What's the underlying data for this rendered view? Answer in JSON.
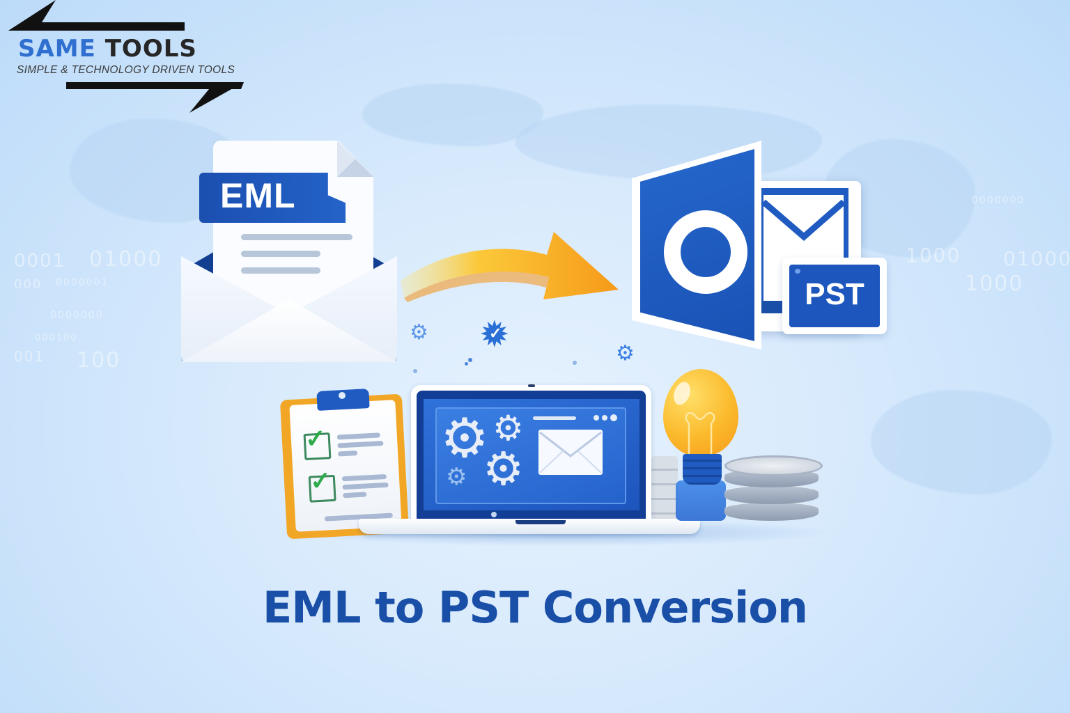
{
  "logo": {
    "brand_part1": "SAME",
    "brand_part2": "TOOLS",
    "tagline": "SIMPLE & TECHNOLOGY DRIVEN TOOLS"
  },
  "source": {
    "label": "EML",
    "icon": "envelope-document-icon"
  },
  "flow": {
    "icon": "right-curved-arrow-icon",
    "color": "#f6a21c"
  },
  "target": {
    "label": "PST",
    "app_letter": "O",
    "icon": "outlook-icon"
  },
  "title": "EML to PST Conversion",
  "background_binary": [
    "0001",
    "01000",
    "000",
    "0000001",
    "0000000",
    "001",
    "100",
    "000100",
    "1000",
    "1000",
    "01000",
    "0000000"
  ],
  "illustration": {
    "items": [
      "clipboard-checklist-icon",
      "laptop-gears-icon",
      "lightbulb-icon",
      "database-stack-icon"
    ]
  },
  "colors": {
    "brand_blue": "#1a4fa8",
    "accent_blue": "#1f5bc0",
    "arrow_orange": "#f6a21c",
    "background": "#d6e9fc"
  }
}
